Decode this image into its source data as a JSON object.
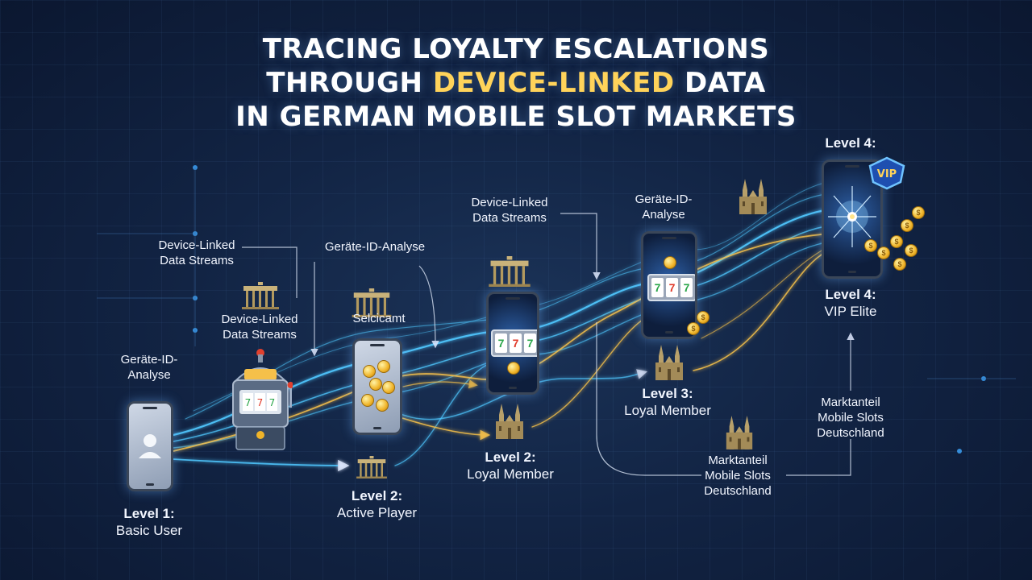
{
  "title": {
    "line1": "TRACING LOYALTY ESCALATIONS",
    "line2_pre": "THROUGH ",
    "line2_hl": "DEVICE-LINKED",
    "line2_post": " DATA",
    "line3": "IN GERMAN MOBILE SLOT MARKETS"
  },
  "levels": {
    "l1": {
      "level": "Level 1:",
      "name": "Basic User"
    },
    "l2a": {
      "level": "Level 2:",
      "name": "Active Player"
    },
    "l2b": {
      "level": "Level 2:",
      "name": "Loyal Member"
    },
    "l3": {
      "level": "Level 3:",
      "name": "Loyal Member"
    },
    "l4_top": "Level 4:",
    "l4": {
      "level": "Level 4:",
      "name": "VIP Elite"
    }
  },
  "annotations": {
    "geraete_1": [
      "Geräte-ID-",
      "Analyse"
    ],
    "dlds_1": [
      "Device-Linked",
      "Data Streams"
    ],
    "dlds_2": [
      "Device-Linked",
      "Data Streams"
    ],
    "geraete_2": "Geräte-ID-Analyse",
    "selcicamt": "Selcicamt",
    "dlds_3": [
      "Device-Linked",
      "Data Streams"
    ],
    "geraete_3": [
      "Geräte-ID-",
      "Analyse"
    ],
    "markt_1": [
      "Marktanteil",
      "Mobile Slots",
      "Deutschland"
    ],
    "markt_2": [
      "Marktanteil",
      "Mobile Slots",
      "Deutschland"
    ]
  },
  "badges": {
    "vip": "VIP",
    "coin_symbol": "$"
  },
  "colors": {
    "cyan": "#4fc8ff",
    "gold": "#f5c04a",
    "navy": "#0b1730"
  },
  "icons": [
    "user-icon",
    "slot-machine-icon",
    "brandenburg-gate-icon",
    "cathedral-icon",
    "coin-icon",
    "vip-shield-icon",
    "starburst-icon"
  ]
}
